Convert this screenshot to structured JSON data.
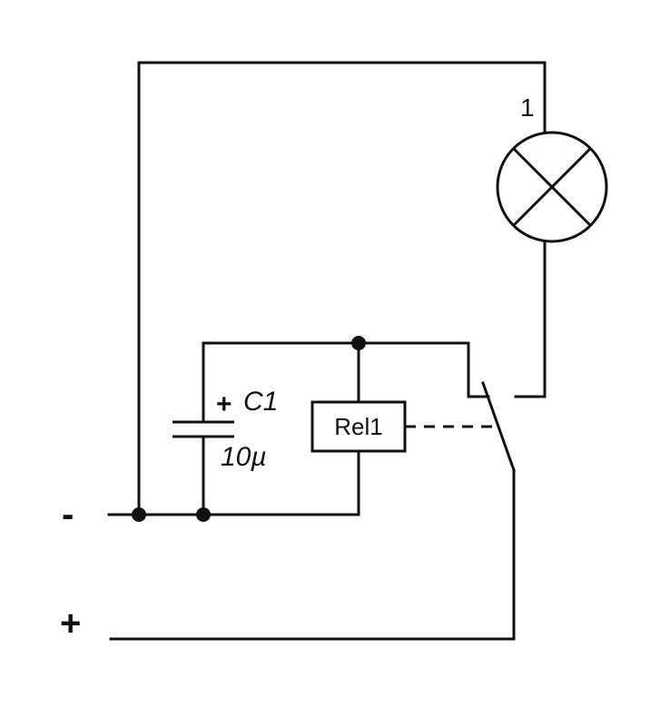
{
  "diagram": {
    "lamp": {
      "label": "1"
    },
    "capacitor": {
      "name": "C1",
      "value": "10µ",
      "polarity": "+"
    },
    "relay": {
      "label": "Rel1"
    },
    "terminals": {
      "negative": "-",
      "positive": "+"
    },
    "colors": {
      "line": "#111111",
      "background": "#ffffff"
    }
  }
}
